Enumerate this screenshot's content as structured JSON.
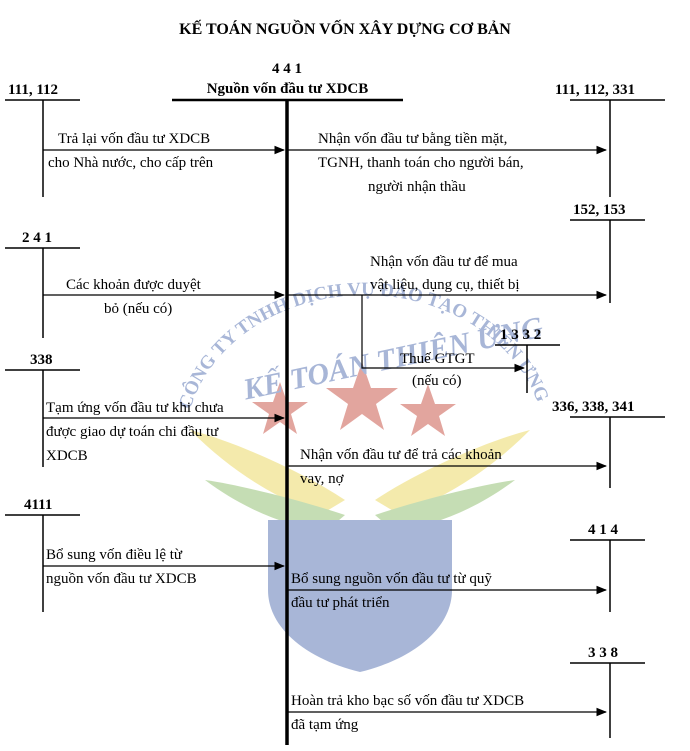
{
  "title": "KẾ TOÁN NGUỒN VỐN XÂY DỰNG CƠ BẢN",
  "main_account": {
    "code": "4 4 1",
    "name": "Nguồn vốn đầu tư XDCB"
  },
  "accounts": {
    "a111_112": "111, 112",
    "a111_112_331": "111, 112, 331",
    "a152_153": "152, 153",
    "a241": "2 4 1",
    "a1332": "1 3 3 2",
    "a338_left": "338",
    "a336_338_341": "336, 338, 341",
    "a4111": "4111",
    "a414": "4 1 4",
    "a338_right": "3 3 8"
  },
  "entries": {
    "e1_line1": "Trả lại vốn đầu tư XDCB",
    "e1_line2": "cho Nhà nước, cho cấp trên",
    "e2_line1": "Nhận vốn đầu tư bằng tiền mặt,",
    "e2_line2": "TGNH, thanh toán cho người bán,",
    "e2_line3": "người nhận thầu",
    "e3_line1": "Các khoản được duyệt",
    "e3_line2": "bỏ (nếu có)",
    "e4_line1": "Nhận vốn đầu tư để mua",
    "e4_line2": "vật liệu, dụng cụ, thiết bị",
    "e5_line1": "Thuế GTGT",
    "e5_line2": "(nếu có)",
    "e6_line1": "Tạm ứng vốn đầu tư khi chưa",
    "e6_line2": "được giao dự toán chi đầu tư",
    "e6_line3": "XDCB",
    "e7_line1": "Nhận vốn đầu tư để trả các khoản",
    "e7_line2": "vay, nợ",
    "e8_line1": "Bổ sung vốn điều lệ từ",
    "e8_line2": "nguồn vốn đầu tư XDCB",
    "e9_line1": "Bổ sung nguồn vốn đầu tư từ quỹ",
    "e9_line2": "đầu tư phát triển",
    "e10_line1": "Hoàn trả kho bạc số vốn đầu tư XDCB",
    "e10_line2": "đã tạm ứng"
  },
  "watermark": {
    "arc_text": "CÔNG TY TNHH DỊCH VỤ ĐÀO TẠO THIÊN ƯNG",
    "brand_text": "KẾ TOÁN THIÊN ƯNG",
    "colors": {
      "blue": "#3f5fa8",
      "red": "#c0392b",
      "yellow": "#e8d24a",
      "green": "#7fb65a"
    }
  }
}
